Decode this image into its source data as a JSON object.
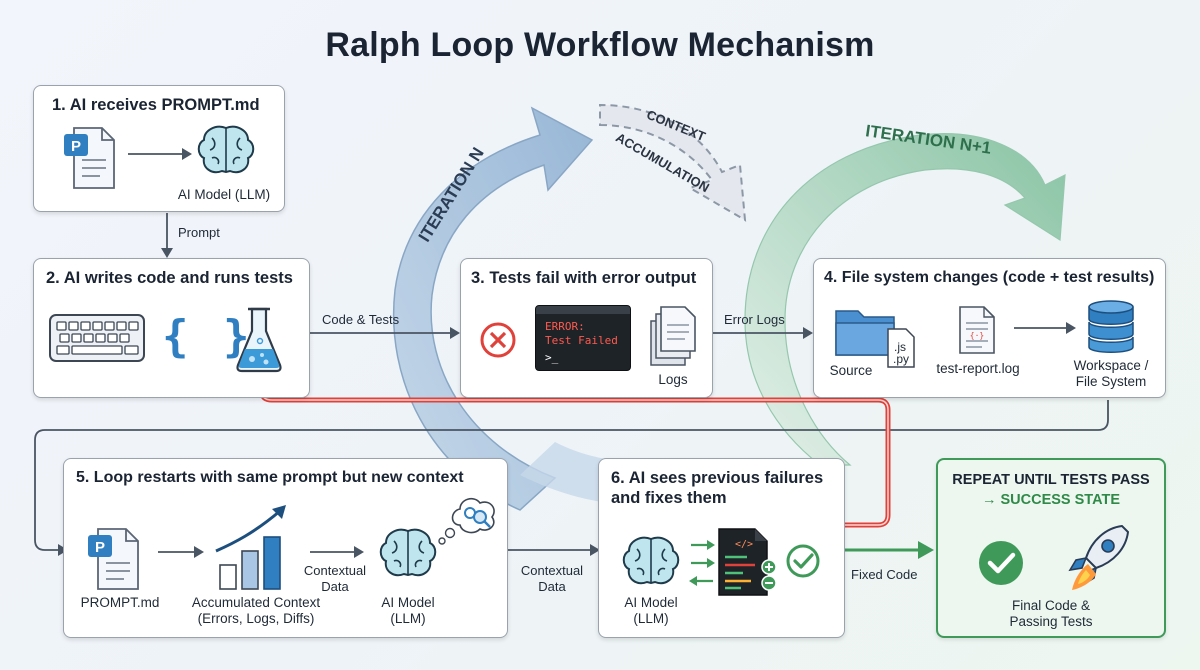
{
  "title": "Ralph Loop Workflow Mechanism",
  "arcs": {
    "iteration_n": "ITERATION N",
    "context_1": "CONTEXT",
    "context_2": "ACCUMULATION",
    "iteration_n1": "ITERATION N+1"
  },
  "step1": {
    "title": "1. AI receives PROMPT.md",
    "model_label": "AI Model (LLM)",
    "doc_letter": "P"
  },
  "step2": {
    "title": "2. AI writes code and runs tests",
    "braces": "{ }"
  },
  "step3": {
    "title": "3. Tests fail with error output",
    "term_line1": "ERROR:",
    "term_line2": "Test Failed",
    "term_prompt": ">_",
    "logs_label": "Logs"
  },
  "step4": {
    "title": "4. File system changes (code + test results)",
    "source_label": "Source",
    "ext1": ".js",
    "ext2": ".py",
    "report_label": "test-report.log",
    "workspace_line1": "Workspace /",
    "workspace_line2": "File System"
  },
  "step5": {
    "title": "5. Loop restarts with same prompt but new context",
    "prompt_label": "PROMPT.md",
    "doc_letter": "P",
    "ctx_line1": "Accumulated Context",
    "ctx_line2": "(Errors, Logs, Diffs)",
    "mid_line1": "Contextual",
    "mid_line2": "Data",
    "model_line1": "AI Model",
    "model_line2": "(LLM)"
  },
  "step6": {
    "title_line1": "6. AI sees previous failures",
    "title_line2": "and fixes them",
    "model_line1": "AI Model",
    "model_line2": "(LLM)",
    "code_tag": "</>"
  },
  "success": {
    "title": "REPEAT UNTIL TESTS PASS",
    "sub": "→ SUCCESS STATE",
    "line1": "Final Code &",
    "line2": "Passing Tests"
  },
  "edges": {
    "prompt": "Prompt",
    "code_tests": "Code & Tests",
    "error_logs": "Error Logs",
    "ctx_line1": "Contextual",
    "ctx_line2": "Data",
    "fixed_code": "Fixed Code"
  },
  "colors": {
    "blue_arc": "#9bbbd8",
    "green_arc": "#a8d3bd",
    "red_loop": "#e0413a",
    "green_edge": "#3f9a5a",
    "accent_blue": "#2f7fc1"
  }
}
